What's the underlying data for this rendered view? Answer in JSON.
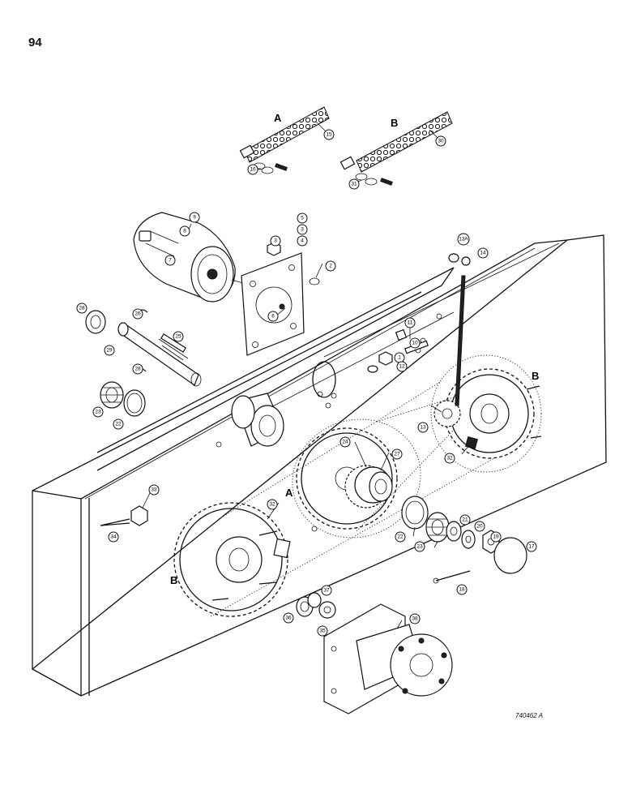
{
  "page": {
    "number": "94",
    "drawing_ref": "740462 A"
  },
  "chain_labels": {
    "a": "A",
    "b": "B"
  },
  "sprocket_labels": {
    "a": "A",
    "b_right": "B",
    "b_left": "B"
  },
  "callouts": [
    {
      "id": "c1",
      "text": "1"
    },
    {
      "id": "c2",
      "text": "2"
    },
    {
      "id": "c3",
      "text": "3"
    },
    {
      "id": "c3b",
      "text": "3"
    },
    {
      "id": "c4",
      "text": "4"
    },
    {
      "id": "c5",
      "text": "5"
    },
    {
      "id": "c6",
      "text": "6"
    },
    {
      "id": "c7",
      "text": "7"
    },
    {
      "id": "c8",
      "text": "8"
    },
    {
      "id": "c9",
      "text": "9"
    },
    {
      "id": "c10",
      "text": "10"
    },
    {
      "id": "c11",
      "text": "11"
    },
    {
      "id": "c12",
      "text": "12"
    },
    {
      "id": "c13",
      "text": "13"
    },
    {
      "id": "c13a",
      "text": "13A"
    },
    {
      "id": "c14",
      "text": "14"
    },
    {
      "id": "c15",
      "text": "15"
    },
    {
      "id": "c16",
      "text": "16"
    },
    {
      "id": "c17",
      "text": "17"
    },
    {
      "id": "c18",
      "text": "18"
    },
    {
      "id": "c19",
      "text": "19"
    },
    {
      "id": "c20",
      "text": "20"
    },
    {
      "id": "c21",
      "text": "21"
    },
    {
      "id": "c22",
      "text": "22"
    },
    {
      "id": "c22b",
      "text": "22"
    },
    {
      "id": "c23",
      "text": "23"
    },
    {
      "id": "c23b",
      "text": "23"
    },
    {
      "id": "c24",
      "text": "24"
    },
    {
      "id": "c25",
      "text": "25"
    },
    {
      "id": "c26",
      "text": "26"
    },
    {
      "id": "c27",
      "text": "27"
    },
    {
      "id": "c28",
      "text": "28"
    },
    {
      "id": "c28b",
      "text": "28"
    },
    {
      "id": "c29",
      "text": "29"
    },
    {
      "id": "c30",
      "text": "30"
    },
    {
      "id": "c31",
      "text": "31"
    },
    {
      "id": "c32",
      "text": "32"
    },
    {
      "id": "c32b",
      "text": "32"
    },
    {
      "id": "c33",
      "text": "33"
    },
    {
      "id": "c34",
      "text": "34"
    },
    {
      "id": "c35",
      "text": "35"
    },
    {
      "id": "c36",
      "text": "36"
    },
    {
      "id": "c37",
      "text": "37"
    },
    {
      "id": "c38",
      "text": "38"
    }
  ]
}
